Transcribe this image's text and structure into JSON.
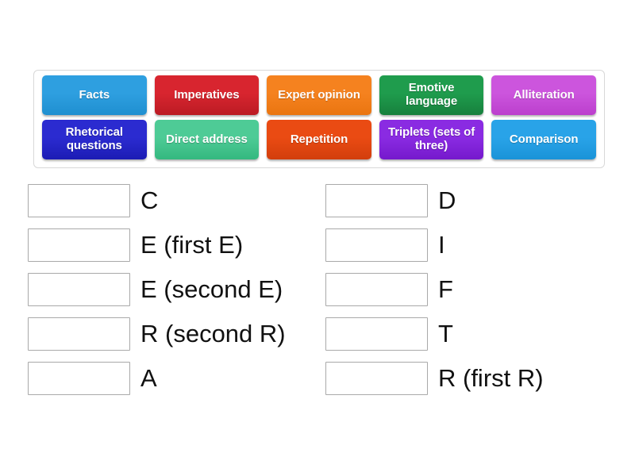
{
  "activity": {
    "type": "match-up",
    "title": "",
    "tile_bank": {
      "rows": [
        [
          {
            "label": "Facts",
            "color": "#2e9fe0",
            "color_dark": "#1f8fd0"
          },
          {
            "label": "Imperatives",
            "color": "#d8252f",
            "color_dark": "#bb1b24"
          },
          {
            "label": "Expert opinion",
            "color": "#f5821f",
            "color_dark": "#ea7510"
          },
          {
            "label": "Emotive language",
            "color": "#1f9c4d",
            "color_dark": "#17803d"
          },
          {
            "label": "Alliteration",
            "color": "#cc55dd",
            "color_dark": "#bb3fcd"
          }
        ],
        [
          {
            "label": "Rhetorical questions",
            "color": "#2b2bd0",
            "color_dark": "#1c1cb4"
          },
          {
            "label": "Direct address",
            "color": "#4ecb96",
            "color_dark": "#34b87f"
          },
          {
            "label": "Repetition",
            "color": "#ea4b13",
            "color_dark": "#d23e0c"
          },
          {
            "label": "Triplets (sets of three)",
            "color": "#8a2be2",
            "color_dark": "#7519cc"
          },
          {
            "label": "Comparison",
            "color": "#29a3e8",
            "color_dark": "#1a93d8"
          }
        ]
      ]
    },
    "answer_columns": [
      {
        "rows": [
          {
            "label": "C",
            "drop_value": ""
          },
          {
            "label": "E (first E)",
            "drop_value": ""
          },
          {
            "label": "E (second E)",
            "drop_value": ""
          },
          {
            "label": "R (second R)",
            "drop_value": ""
          },
          {
            "label": "A",
            "drop_value": ""
          }
        ]
      },
      {
        "rows": [
          {
            "label": "D",
            "drop_value": ""
          },
          {
            "label": "I",
            "drop_value": ""
          },
          {
            "label": "F",
            "drop_value": ""
          },
          {
            "label": "T",
            "drop_value": ""
          },
          {
            "label": "R (first R)",
            "drop_value": ""
          }
        ]
      }
    ]
  }
}
